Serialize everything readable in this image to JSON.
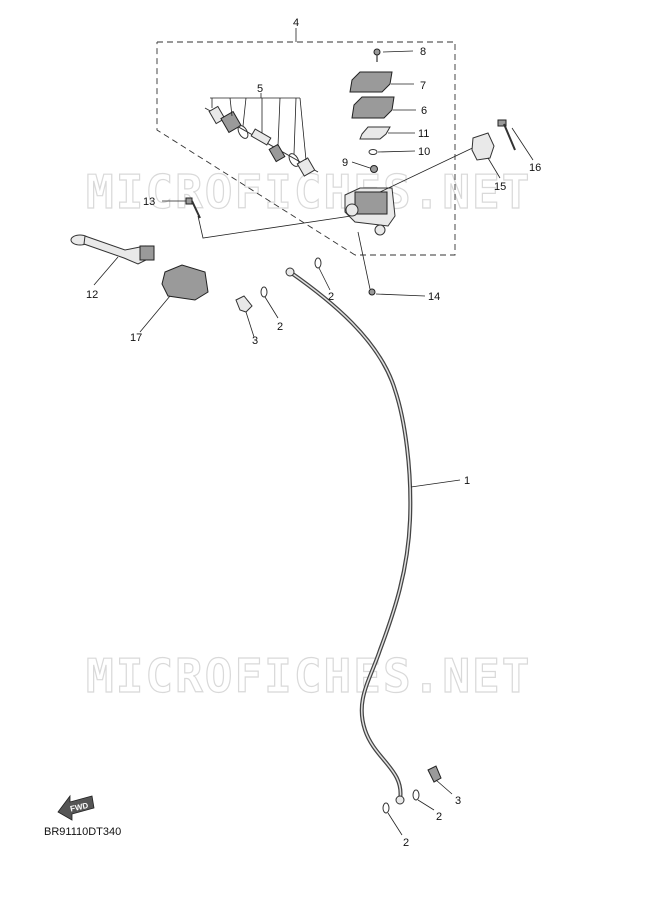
{
  "watermarks": [
    "MICROFICHES.NET",
    "MICROFICHES.NET"
  ],
  "fwd_label": "FWD",
  "diagram_code": "BR91110DT340",
  "callouts": {
    "c1": "1",
    "c2a": "2",
    "c2b": "2",
    "c2c": "2",
    "c2d": "2",
    "c3a": "3",
    "c3b": "3",
    "c4": "4",
    "c5": "5",
    "c6": "6",
    "c7": "7",
    "c8": "8",
    "c9": "9",
    "c10": "10",
    "c11": "11",
    "c12": "12",
    "c13": "13",
    "c14": "14",
    "c15": "15",
    "c16": "16",
    "c17": "17"
  }
}
